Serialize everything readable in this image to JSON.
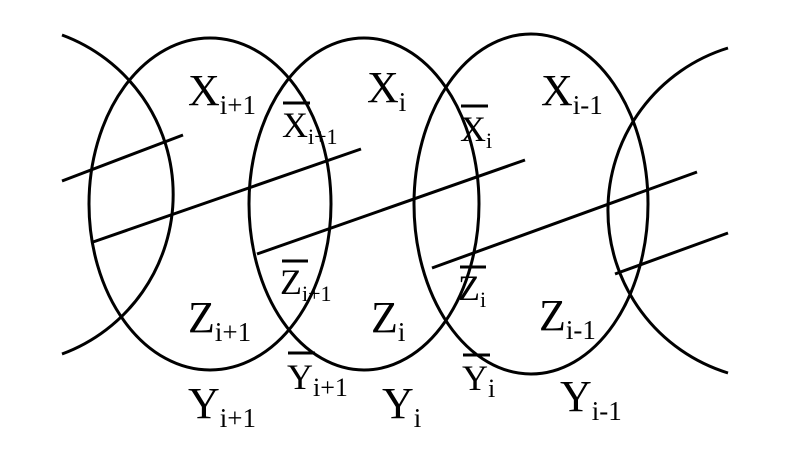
{
  "diagram": {
    "labels": {
      "x_next": {
        "base": "X",
        "sub": "i+1"
      },
      "x_cur": {
        "base": "X",
        "sub": "i"
      },
      "x_prev": {
        "base": "X",
        "sub": "i-1"
      },
      "xbar_next": {
        "base": "X",
        "sub": "i+1"
      },
      "xbar_cur": {
        "base": "X",
        "sub": "i"
      },
      "z_next": {
        "base": "Z",
        "sub": "i+1"
      },
      "z_cur": {
        "base": "Z",
        "sub": "i"
      },
      "z_prev": {
        "base": "Z",
        "sub": "i-1"
      },
      "zbar_next": {
        "base": "Z",
        "sub": "i+1"
      },
      "zbar_cur": {
        "base": "Z",
        "sub": "i"
      },
      "ybar_next": {
        "base": "Y",
        "sub": "i+1"
      },
      "ybar_cur": {
        "base": "Y",
        "sub": "i"
      },
      "y_next": {
        "base": "Y",
        "sub": "i+1"
      },
      "y_cur": {
        "base": "Y",
        "sub": "i"
      },
      "y_prev": {
        "base": "Y",
        "sub": "i-1"
      }
    },
    "colors": {
      "stroke": "#000000",
      "background": "#ffffff"
    }
  }
}
